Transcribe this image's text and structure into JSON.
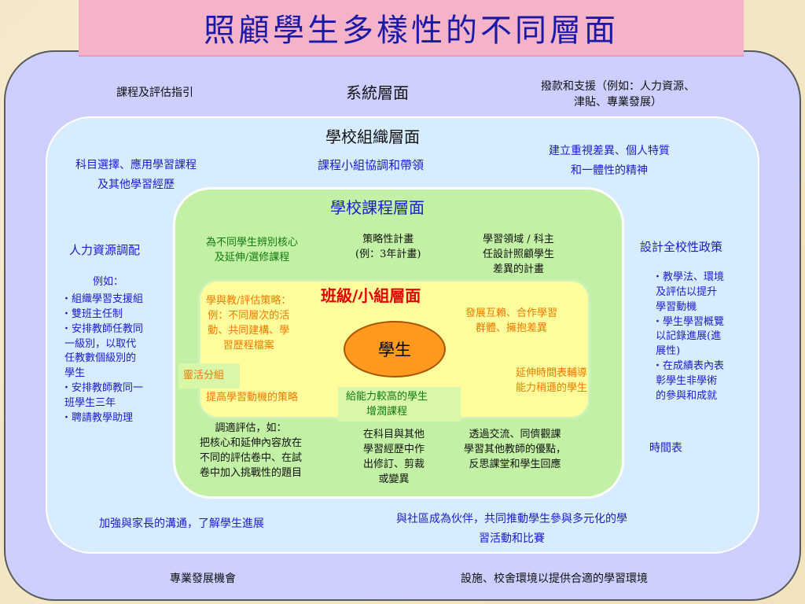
{
  "title": "照顧學生多樣性的不同層面",
  "system_level": {
    "heading": "系統層面",
    "top_left": "課程及評估指引",
    "top_right": "撥款和支援（例如：人力資源、\n津貼、專業發展）",
    "bottom_left": "專業發展機會",
    "bottom_right": "設施、校舍環境以提供合適的學習環境"
  },
  "school_level": {
    "heading": "學校組織層面",
    "subheading": "課程小組協調和帶領",
    "left_top": "科目選擇、應用學習課程\n及其他學習經歷",
    "right_top": "建立重視差異、個人特質\n和一體性的精神",
    "hr_title": "人力資源調配",
    "hr_lead": "例如：",
    "hr_items": [
      "・組織學習支援組",
      "・雙班主任制",
      "・安排教師任教同\n 一級別，以取代\n 任教數個級別的\n 學生",
      "・安排教師教同一\n 班學生三年",
      "・聘請教學助理"
    ],
    "policy_title": "設計全校性政策",
    "policy_items": [
      "・教學法、環境\n 及評估以提升\n 學習動機",
      "・學生學習概覽\n 以記錄進展(進\n 展性)",
      "・在成績表內表\n 彰學生非學術\n 的參與和成就"
    ],
    "timetable": "時間表",
    "bottom_left": "加強與家長的溝通，了解學生進展",
    "bottom_right": "與社區成為伙伴，共同推動學生參與多元化的學\n習活動和比賽"
  },
  "curriculum_level": {
    "heading": "學校課程層面",
    "item_core": "為不同學生辨別核心\n及延伸/選修課程",
    "item_plan": "策略性計畫\n(例：3年計畫)",
    "item_kla": "學習領域 / 科主\n任設計照顧學生\n差異的計畫",
    "item_assess": "調適評估，如：\n把核心和延伸內容放在\n不同的評估卷中、在試\n卷中加入挑戰性的題目",
    "item_adapt": "在科目與其他\n學習經歷中作\n出修訂、剪裁\n或變異",
    "item_observe": "透過交流、同儕觀課\n學習其他教師的優點，\n反思課堂和學生回應",
    "item_enrich": "給能力較高的學生\n增潤課程"
  },
  "class_level": {
    "heading": "班級/小組層面",
    "strategy": "學與教/評估策略：\n例：不同層次的活\n動、共同建構、學\n習歷程檔案",
    "mutual": "發展互賴、合作學習\n群體、擁抱差異",
    "grouping": "靈活分組",
    "motivation": "提高學習動機的策略",
    "extended": "延伸時間表輔導\n能力稍遜的學生"
  },
  "center": {
    "student": "學生"
  }
}
